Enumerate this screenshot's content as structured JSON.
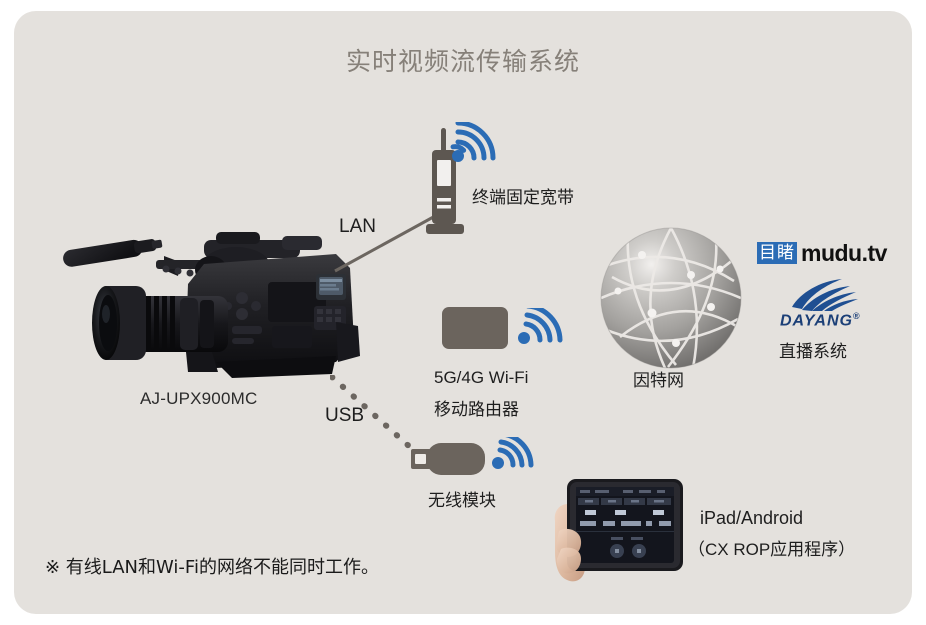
{
  "diagram": {
    "title": "实时视频流传输系统",
    "background_color": "#e4e1dd",
    "accent_blue": "#2b6cb5",
    "device_gray": "#5d5751"
  },
  "camera": {
    "name": "AJ-UPX900MC",
    "icon": "broadcast-camera"
  },
  "connections": {
    "lan": {
      "label": "LAN",
      "style": "solid"
    },
    "usb": {
      "label": "USB",
      "style": "dotted"
    }
  },
  "nodes": {
    "router": {
      "label": "终端固定宽带",
      "icon": "wireless-router-icon",
      "wifi": "wifi-signal-icon"
    },
    "mobile_router": {
      "label_line1": "5G/4G Wi-Fi",
      "label_line2": "移动路由器",
      "icon": "mobile-router-icon",
      "wifi": "wifi-signal-icon"
    },
    "wireless_module": {
      "label": "无线模块",
      "icon": "usb-dongle-icon",
      "wifi": "wifi-signal-icon"
    },
    "internet": {
      "label": "因特网",
      "icon": "globe-icon"
    },
    "tablet": {
      "label_line1": "iPad/Android",
      "label_line2": "（CX ROP应用程序）",
      "icon": "tablet-in-hand"
    }
  },
  "logos": {
    "mudu": {
      "badge_text": "目睹",
      "wordmark": "mudu.tv"
    },
    "dayang": {
      "wordmark": "DAYANG",
      "registered": "®",
      "subtitle": "直播系统",
      "mark": "dayang-swoosh-icon"
    }
  },
  "footnote": {
    "text": "※ 有线LAN和Wi-Fi的网络不能同时工作。"
  }
}
